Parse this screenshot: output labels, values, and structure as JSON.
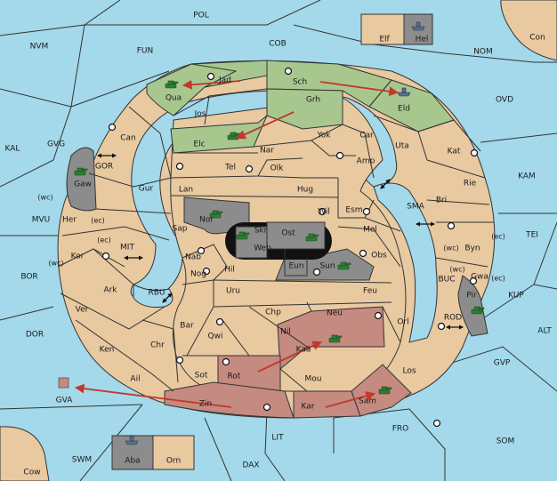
{
  "regions": {
    "POL": "POL",
    "NVM": "NVM",
    "FUN": "FUN",
    "COB": "COB",
    "NOM": "NOM",
    "Con": "Con",
    "Elf": "Elf",
    "Hel": "Hel",
    "OVD": "OVD",
    "KAL": "KAL",
    "GVG": "GVG",
    "KAM": "KAM",
    "MVU": "MVU",
    "TEI": "TEI",
    "BOR": "BOR",
    "KUP": "KUP",
    "DOR": "DOR",
    "ALT": "ALT",
    "GVP": "GVP",
    "GVA": "GVA",
    "FRO": "FRO",
    "SOM": "SOM",
    "SWM": "SWM",
    "LIT": "LIT",
    "DAX": "DAX",
    "Cow": "Cow",
    "Aba": "Aba",
    "Orn": "Orn",
    "Jad": "Jad",
    "Sch": "Sch",
    "Qua": "Qua",
    "Jos": "Jos",
    "Grh": "Grh",
    "Eld": "Eld",
    "Can": "Can",
    "Elc": "Elc",
    "Yok": "Yok",
    "Car": "Car",
    "Uta": "Uta",
    "Kat": "Kat",
    "Nar": "Nar",
    "Amp": "Amp",
    "Gaw": "Gaw",
    "GOR": "GOR",
    "Tel": "Tel",
    "Olk": "Olk",
    "Gur": "Gur",
    "Lan": "Lan",
    "Hug": "Hug",
    "Rie": "Rie",
    "Bri": "Bri",
    "SMA": "SMA",
    "wc": "(wc)",
    "ec": "(ec)",
    "Her": "Her",
    "Nor": "Nor",
    "Skr": "Skr",
    "Wil": "Wil",
    "Esm": "Esm",
    "Sap": "Sap",
    "Ost": "Ost",
    "Web": "Web",
    "Mel": "Mel",
    "Byn": "Byn",
    "MIT": "MIT",
    "Kor": "Kor",
    "Nab": "Nab",
    "Eun": "Eun",
    "Sun": "Sun",
    "Obs": "Obs",
    "Gwa": "Gwa",
    "Hil": "Hil",
    "Nog": "Nog",
    "RBU": "RBU",
    "Uru": "Uru",
    "Feu": "Feu",
    "BUC": "BUC",
    "Pir": "Pir",
    "Ark": "Ark",
    "Ver": "Ver",
    "Chp": "Chp",
    "Neu": "Neu",
    "Orl": "Orl",
    "Bar": "Bar",
    "Qwi": "Qwi",
    "Nil": "Nil",
    "ROD": "ROD",
    "Ken": "Ken",
    "Chr": "Chr",
    "Kaa": "Kaa",
    "Rot": "Rot",
    "Sot": "Sot",
    "Los": "Los",
    "Ail": "Ail",
    "Mou": "Mou",
    "Zin": "Zin",
    "Kar": "Kar",
    "Sam": "Sam"
  },
  "colors": {
    "sea": "#a3d9ea",
    "land": "#e8c9a0",
    "green": "#a7c78f",
    "rose": "#c58a80",
    "gray": "#8c8c8c",
    "dark": "#000000",
    "arrow": "#c0392b",
    "unit": "#2e7d32"
  },
  "icons": {
    "army": "tank-icon",
    "fleet": "ship-icon",
    "supply": "supply-center-icon",
    "convoy": "double-arrow-icon"
  }
}
